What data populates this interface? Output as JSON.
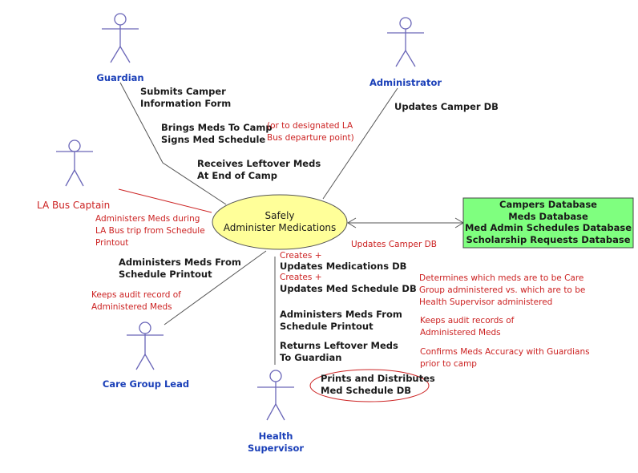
{
  "actors": {
    "guardian": "Guardian",
    "administrator": "Administrator",
    "la_bus_captain": "LA Bus Captain",
    "care_group_lead": "Care Group Lead",
    "health_supervisor": "Health\nSupervisor"
  },
  "use_case": "Safely\nAdminister Medications",
  "database_box": "Campers Database\nMeds Database\nMed Admin Schedules Database\nScholarship Requests Database",
  "guardian_labels": {
    "submits": "Submits Camper\nInformation Form",
    "brings": "Brings Meds To Camp\nSigns Med Schedule",
    "brings_note": "(or to designated LA\nBus departure point)",
    "receives": "Receives Leftover Meds\nAt End of Camp"
  },
  "administrator_labels": {
    "updates": "Updates Camper DB"
  },
  "bus_captain_labels": {
    "administers": "Administers Meds during\nLA Bus trip from Schedule\nPrintout"
  },
  "care_group_labels": {
    "administers": "Administers Meds From\nSchedule Printout",
    "audit": "Keeps audit record of\nAdministered Meds"
  },
  "database_link_note": "Updates Camper DB",
  "health_supervisor_labels": {
    "creates1": "Creates +",
    "updates_meds": "Updates Medications DB",
    "creates2": "Creates +",
    "updates_sched": "Updates Med Schedule DB",
    "administers": "Administers Meds From\nSchedule Printout",
    "returns": "Returns Leftover Meds\nTo Guardian",
    "prints": "Prints and Distributes\nMed Schedule DB"
  },
  "health_supervisor_notes": {
    "determines": "Determines which meds are to be Care\nGroup administered vs. which are to be\nHealth Supervisor administered",
    "audit": "Keeps audit records of\nAdministered Meds",
    "confirms": "Confirms Meds Accuracy with Guardians\nprior to camp"
  },
  "colors": {
    "actor": "#6a66b8",
    "actor_name": "#1a3fb8",
    "use_case_fill": "#ffff99",
    "db_fill": "#7fff7f",
    "note_red": "#cc2222"
  }
}
